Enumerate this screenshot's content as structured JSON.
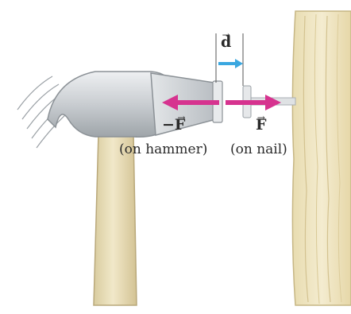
{
  "figure": {
    "displacement_symbol": "d",
    "force_nail_symbol": "F",
    "force_hammer_symbol": "−F",
    "label_on_hammer": "(on hammer)",
    "label_on_nail": "(on nail)",
    "vector_arrow_glyph": "→"
  },
  "colors": {
    "force_arrow": "#d6338f",
    "displacement_arrow": "#3aa7e0",
    "hammer_head": "#cfd3d6",
    "handle": "#e7dcb7",
    "wood": "#efe6c4",
    "background": "#ffffff"
  }
}
